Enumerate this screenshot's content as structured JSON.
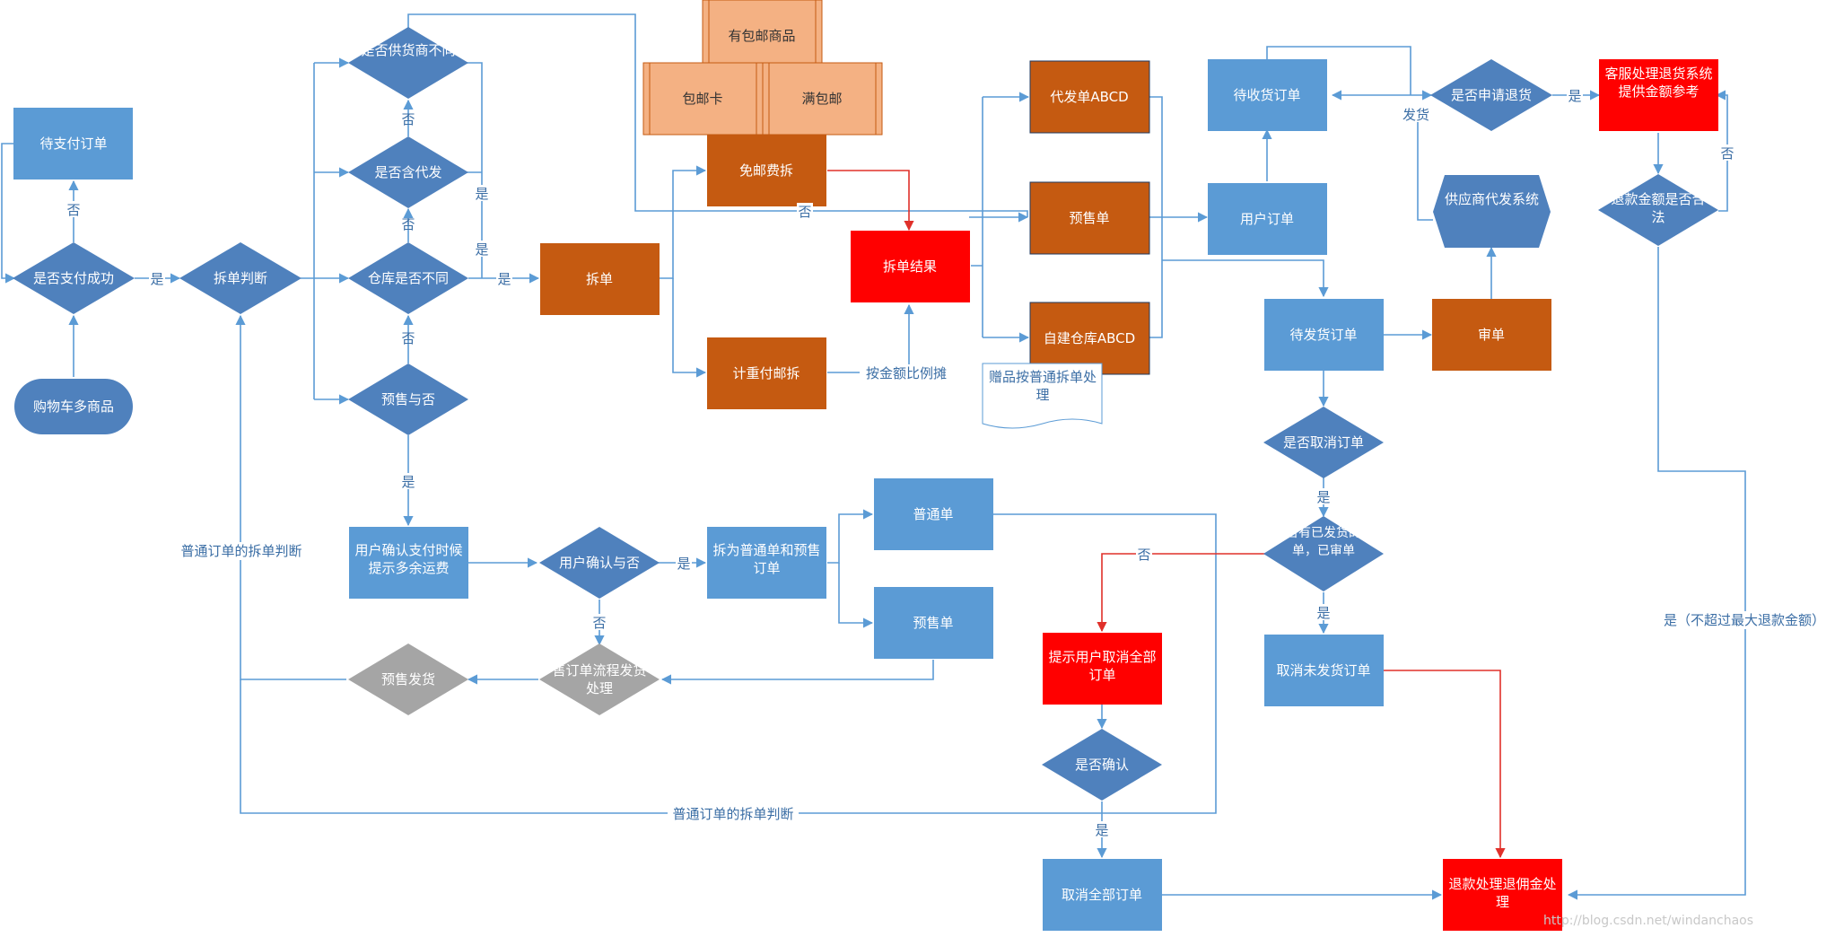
{
  "colors": {
    "process_blue": "#5b9bd5",
    "decision_blue": "#4f81bd",
    "process_orange": "#c55a11",
    "card_peach": "#f4b183",
    "alert_red": "#ff0000",
    "gray": "#a5a5a5",
    "connector": "#5b9bd5",
    "connector_red": "#e0302a",
    "edge_label": "#3b6ea5"
  },
  "nodes": {
    "pending_pay": "待支付订单",
    "pay_success": "是否支付成功",
    "cart_items": "购物车多商品",
    "split_judge": "拆单判断",
    "supplier_diff": "是否供货商不同",
    "has_dropship": "是否含代发",
    "warehouse_diff": "仓库是否不同",
    "presale_q": "预售与否",
    "split_order": "拆单",
    "free_ship_card_goods": "有包邮商品",
    "free_ship_card": "包邮卡",
    "free_ship_threshold": "满包邮",
    "free_ship_split": "免邮费拆",
    "weight_ship_split": "计重付邮拆",
    "split_result": "拆单结果",
    "dropship_abcd": "代发单ABCD",
    "presale_order_top": "预售单",
    "own_warehouse_abcd": "自建仓库ABCD",
    "gift_note": "赠品按普通拆单处理",
    "user_order": "用户订单",
    "pending_receive": "待收货订单",
    "apply_return": "是否申请退货",
    "cs_return": "客服处理退货系统提供金额参考",
    "refund_legal": "退款金额是否合法",
    "supplier_dropship_sys": "供应商代发系统",
    "pending_ship": "待发货订单",
    "review_order": "审单",
    "cancel_q": "是否取消订单",
    "shipped_reviewed": "是否有已发货的拆单，已审单",
    "cancel_unshipped": "取消未发货订单",
    "prompt_cancel_all": "提示用户取消全部订单",
    "confirm_q": "是否确认",
    "cancel_all": "取消全部订单",
    "refund": "退款处理退佣金处理",
    "user_confirm_pay": "用户确认支付时候提示多余运费",
    "user_confirm_q": "用户确认与否",
    "split_normal_presale": "拆为普通单和预售订单",
    "normal_order": "普通单",
    "presale_order_bottom": "预售单",
    "presale_flow": "售订单流程发货处理",
    "presale_ship": "预售发货"
  },
  "edge_labels": {
    "no_pay": "否",
    "yes_pay": "是",
    "no_has_dropship": "否",
    "no_warehouse": "否",
    "no_presale": "否",
    "yes_dropship": "是",
    "yes_supplier": "是",
    "yes_warehouse": "是",
    "no_free_ship": "否",
    "by_amount": "按金额比例摊",
    "ship_goods": "发货",
    "yes_apply": "是",
    "no_refund": "否",
    "yes_presale": "是",
    "yes_confirm": "是",
    "no_confirm": "否",
    "yes_cancel": "是",
    "no_shipped": "否",
    "yes_shipped": "是",
    "yes_final": "是",
    "refund_max": "是（不超过最大退款金额）",
    "normal_judge_left": "普通订单的拆单判断",
    "normal_judge_bottom": "普通订单的拆单判断"
  },
  "watermark": "http://blog.csdn.net/windanchaos"
}
